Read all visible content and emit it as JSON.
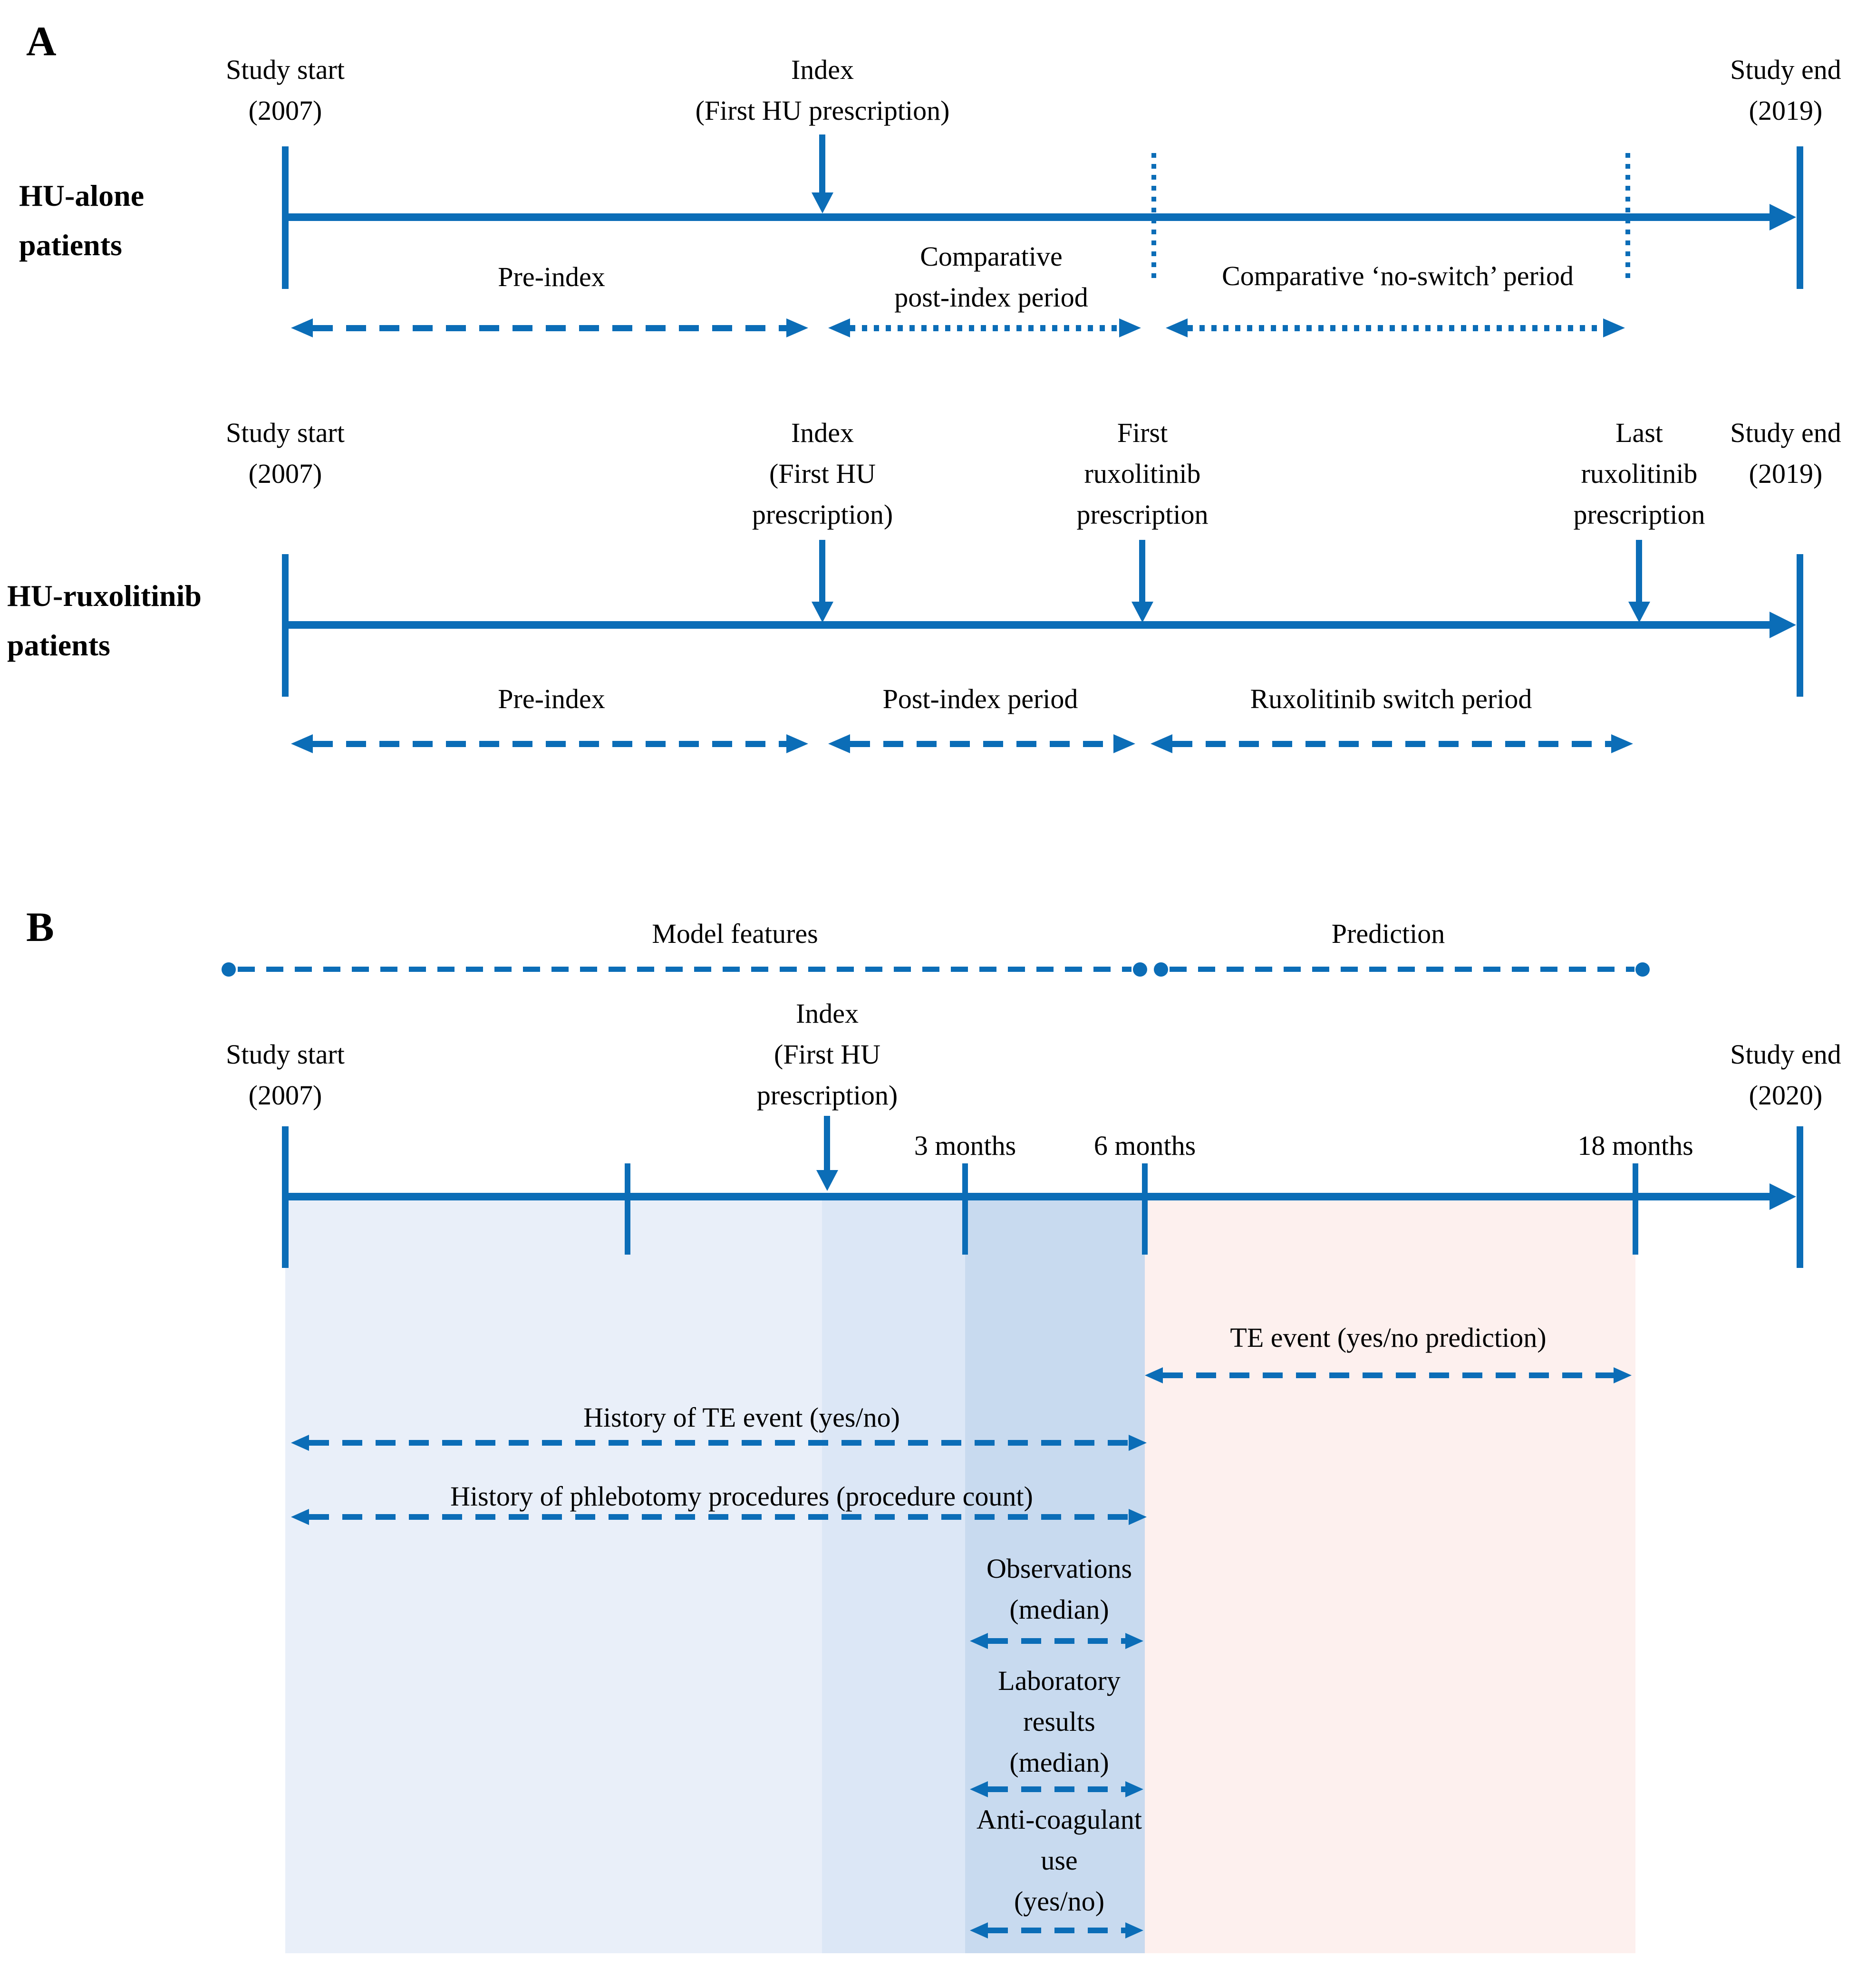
{
  "colors": {
    "line_blue": "#0b6db7",
    "band_preindex": "#e9eff9",
    "band_index_to_3m": "#dce7f6",
    "band_3m_to_6m": "#c8daef",
    "band_6m_to_18m": "#fdf0ee"
  },
  "panelA": {
    "letter": "A",
    "hu_alone": {
      "side_line1": "HU-alone",
      "side_line2": "patients",
      "study_start_line1": "Study start",
      "study_start_line2": "(2007)",
      "index_line1": "Index",
      "index_line2": "(First HU prescription)",
      "study_end_line1": "Study end",
      "study_end_line2": "(2019)",
      "period_pre": "Pre-index",
      "period_post_line1": "Comparative",
      "period_post_line2": "post-index period",
      "period_noswitch": "Comparative ‘no-switch’ period"
    },
    "hu_rux": {
      "side_line1": "HU-ruxolitinib",
      "side_line2": "patients",
      "study_start_line1": "Study start",
      "study_start_line2": "(2007)",
      "index_line1": "Index",
      "index_line2": "(First HU",
      "index_line3": "prescription)",
      "first_rux_line1": "First",
      "first_rux_line2": "ruxolitinib",
      "first_rux_line3": "prescription",
      "last_rux_line1": "Last",
      "last_rux_line2": "ruxolitinib",
      "last_rux_line3": "prescription",
      "study_end_line1": "Study end",
      "study_end_line2": "(2019)",
      "period_pre": "Pre-index",
      "period_post": "Post-index period",
      "period_switch": "Ruxolitinib switch period"
    }
  },
  "panelB": {
    "letter": "B",
    "model_features": "Model features",
    "prediction": "Prediction",
    "index_line1": "Index",
    "index_line2": "(First HU",
    "index_line3": "prescription)",
    "study_start_line1": "Study start",
    "study_start_line2": "(2007)",
    "study_end_line1": "Study end",
    "study_end_line2": "(2020)",
    "m3": "3 months",
    "m6": "6 months",
    "m18": "18 months",
    "te_prediction": "TE event (yes/no prediction)",
    "hist_te": "History of TE event (yes/no)",
    "hist_phleb": "History of phlebotomy procedures (procedure count)",
    "obs_line1": "Observations",
    "obs_line2": "(median)",
    "lab_line1": "Laboratory",
    "lab_line2": "results",
    "lab_line3": "(median)",
    "anti_line1": "Anti-coagulant",
    "anti_line2": "use",
    "anti_line3": "(yes/no)"
  }
}
